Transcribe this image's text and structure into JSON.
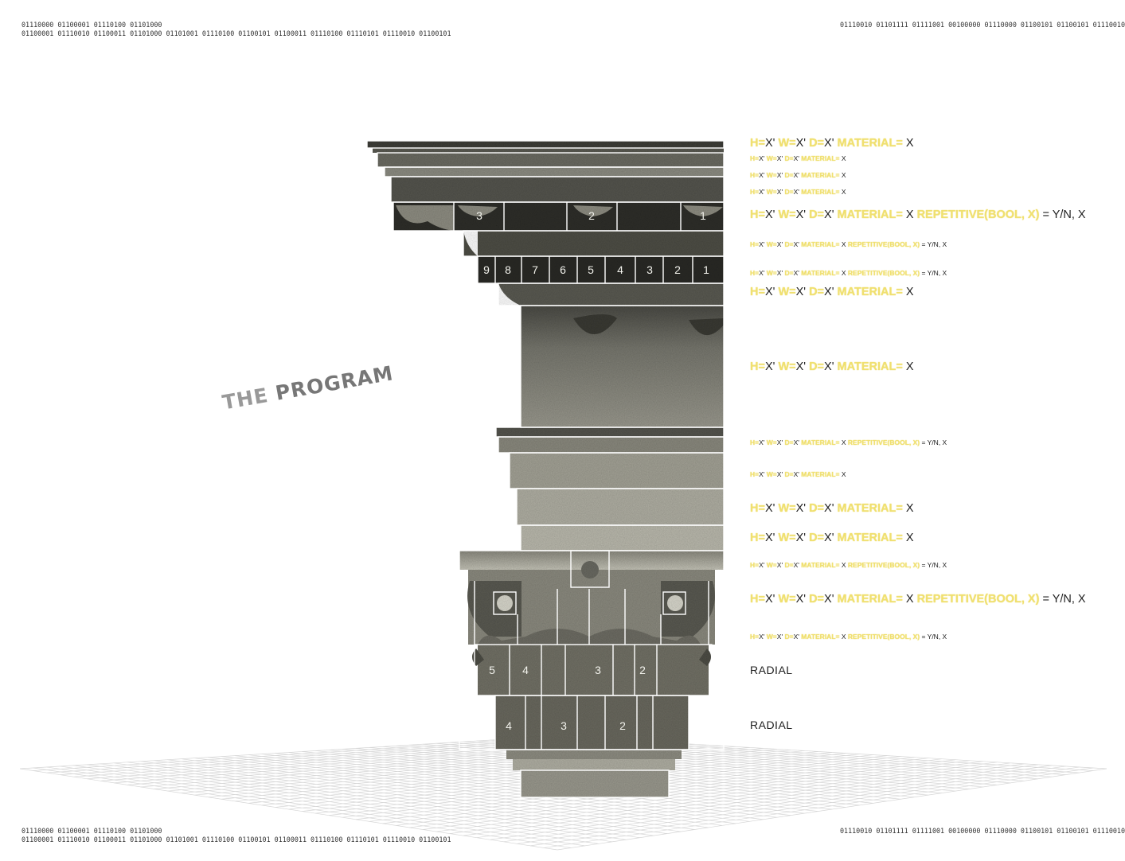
{
  "binary": {
    "top_left": [
      "01110000 01100001 01110100 01101000",
      "01100001 01110010 01100011 01101000 01101001 01110100 01100101 01100011 01110100 01110101 01110010 01100101"
    ],
    "top_right": "01110010 01101111 01111001 00100000 01110000 01100101 01100101 01110010",
    "bottom_left": [
      "01110000 01100001 01110100 01101000",
      "01100001 01110010 01100011 01101000 01101001 01110100 01100101 01100011 01110100 01110101 01110010 01100101"
    ],
    "bottom_right": "01110010 01101111 01111001 00100000 01110000 01100101 01100101 01110010"
  },
  "title": {
    "part1": "THE",
    "part2": "PROGRAM"
  },
  "tokens": {
    "h": "H=",
    "x_prime": "X'",
    "w": "W=",
    "d": "D=",
    "material": "MATERIAL=",
    "x": "X",
    "repetitive": "REPETITIVE(BOOL, X)",
    "yn": "= Y/N, X"
  },
  "radial": "RADIAL",
  "modillion_numbers": [
    "3",
    "2",
    "1"
  ],
  "dentil_numbers": [
    "9",
    "8",
    "7",
    "6",
    "5",
    "4",
    "3",
    "2",
    "1"
  ],
  "leaf_row_upper_numbers": [
    "5",
    "4",
    "3",
    "2"
  ],
  "leaf_row_lower_numbers": [
    "4",
    "3",
    "2"
  ],
  "colors": {
    "key_yellow": "#f0e070",
    "stone_dark": "#3a3a34",
    "stone_mid": "#8a8a80",
    "stone_light": "#c8c8bc"
  }
}
